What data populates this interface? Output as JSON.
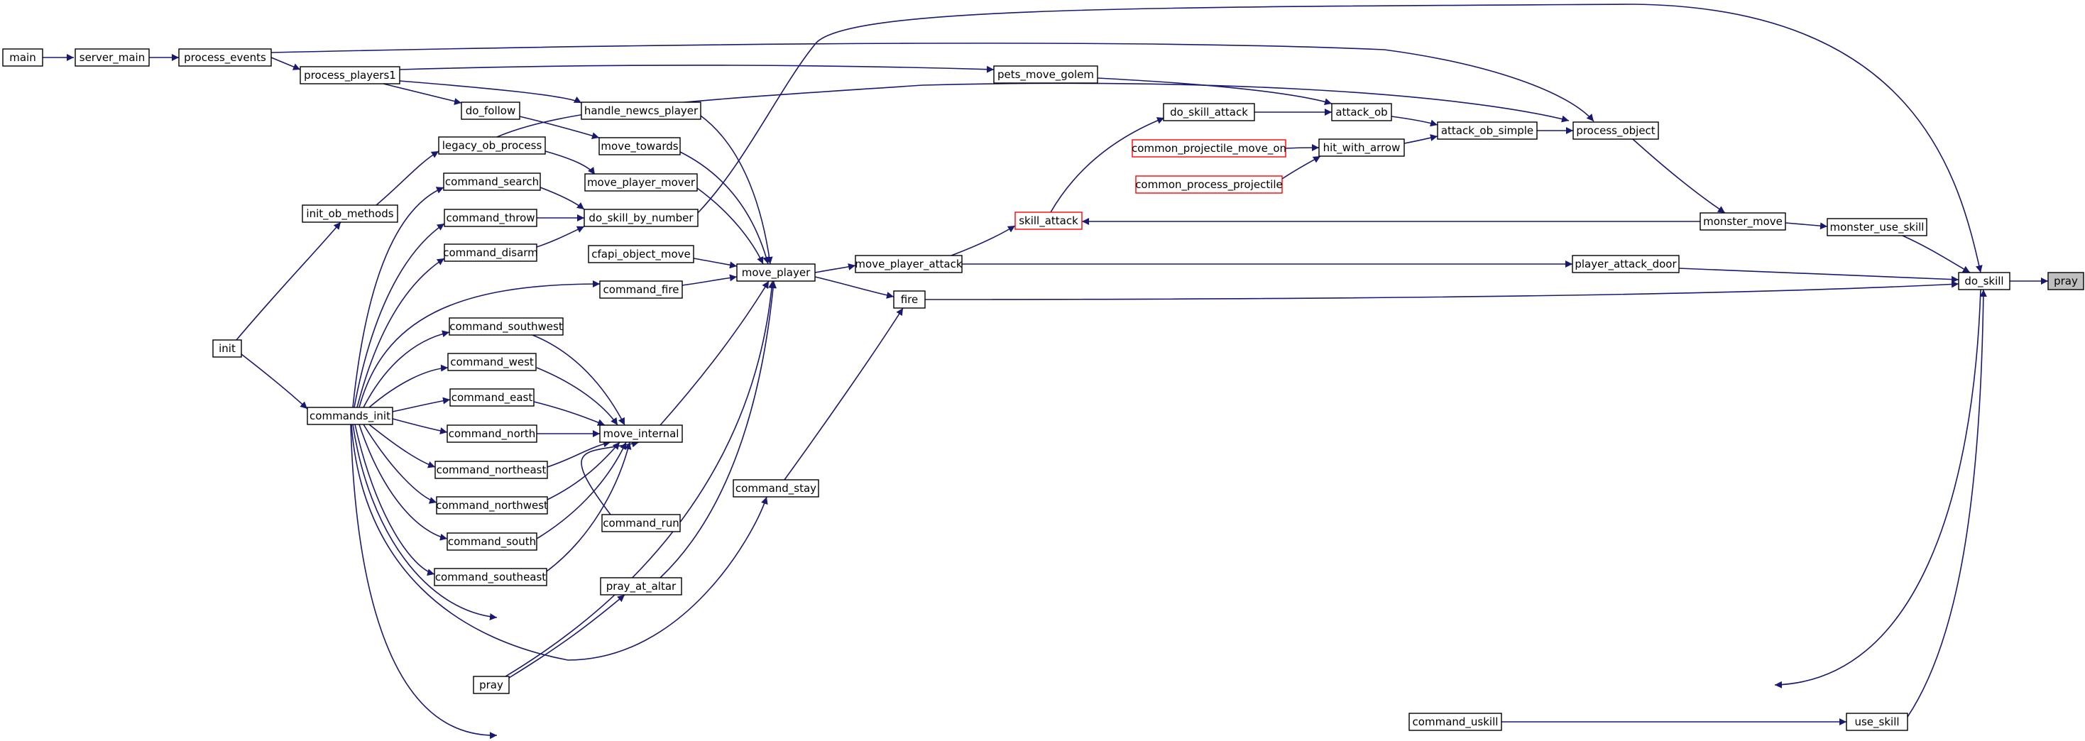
{
  "colors": {
    "edge": "#191970",
    "node_border": "#000000",
    "node_border_highlight": "#ff0000",
    "focus_fill": "#bfbfbf",
    "node_fill": "#ffffff",
    "text": "#000000"
  },
  "nodes": [
    {
      "id": "main",
      "label": "main"
    },
    {
      "id": "server_main",
      "label": "server_main"
    },
    {
      "id": "process_events",
      "label": "process_events"
    },
    {
      "id": "process_players1",
      "label": "process_players1"
    },
    {
      "id": "handle_newcs_player",
      "label": "handle_newcs_player"
    },
    {
      "id": "do_follow",
      "label": "do_follow"
    },
    {
      "id": "move_towards",
      "label": "move_towards"
    },
    {
      "id": "legacy_ob_process",
      "label": "legacy_ob_process"
    },
    {
      "id": "move_player_mover",
      "label": "move_player_mover"
    },
    {
      "id": "init_ob_methods",
      "label": "init_ob_methods"
    },
    {
      "id": "command_search",
      "label": "command_search"
    },
    {
      "id": "command_throw",
      "label": "command_throw"
    },
    {
      "id": "do_skill_by_number",
      "label": "do_skill_by_number"
    },
    {
      "id": "command_disarm",
      "label": "command_disarm"
    },
    {
      "id": "cfapi_object_move",
      "label": "cfapi_object_move"
    },
    {
      "id": "command_fire",
      "label": "command_fire"
    },
    {
      "id": "init",
      "label": "init"
    },
    {
      "id": "command_southwest",
      "label": "command_southwest"
    },
    {
      "id": "command_west",
      "label": "command_west"
    },
    {
      "id": "command_east",
      "label": "command_east"
    },
    {
      "id": "commands_init",
      "label": "commands_init"
    },
    {
      "id": "command_north",
      "label": "command_north"
    },
    {
      "id": "move_internal",
      "label": "move_internal"
    },
    {
      "id": "command_northeast",
      "label": "command_northeast"
    },
    {
      "id": "command_northwest",
      "label": "command_northwest"
    },
    {
      "id": "command_south",
      "label": "command_south"
    },
    {
      "id": "command_southeast",
      "label": "command_southeast"
    },
    {
      "id": "command_run",
      "label": "command_run"
    },
    {
      "id": "pray_at_altar",
      "label": "pray_at_altar"
    },
    {
      "id": "pray_left",
      "label": "pray"
    },
    {
      "id": "move_player",
      "label": "move_player"
    },
    {
      "id": "command_stay",
      "label": "command_stay"
    },
    {
      "id": "pets_move_golem",
      "label": "pets_move_golem"
    },
    {
      "id": "move_player_attack",
      "label": "move_player_attack"
    },
    {
      "id": "fire",
      "label": "fire"
    },
    {
      "id": "do_skill_attack",
      "label": "do_skill_attack"
    },
    {
      "id": "common_projectile_move_on",
      "label": "common_projectile_move_on",
      "highlight": true
    },
    {
      "id": "common_process_projectile",
      "label": "common_process_projectile",
      "highlight": true
    },
    {
      "id": "skill_attack",
      "label": "skill_attack",
      "highlight": true
    },
    {
      "id": "attack_ob",
      "label": "attack_ob"
    },
    {
      "id": "hit_with_arrow",
      "label": "hit_with_arrow"
    },
    {
      "id": "attack_ob_simple",
      "label": "attack_ob_simple"
    },
    {
      "id": "process_object",
      "label": "process_object"
    },
    {
      "id": "monster_move",
      "label": "monster_move"
    },
    {
      "id": "player_attack_door",
      "label": "player_attack_door"
    },
    {
      "id": "monster_use_skill",
      "label": "monster_use_skill"
    },
    {
      "id": "command_uskill",
      "label": "command_uskill"
    },
    {
      "id": "use_skill",
      "label": "use_skill"
    },
    {
      "id": "do_skill",
      "label": "do_skill"
    },
    {
      "id": "pray",
      "label": "pray",
      "focus": true
    }
  ],
  "edges": [
    [
      "main",
      "server_main"
    ],
    [
      "server_main",
      "process_events"
    ],
    [
      "process_events",
      "process_players1"
    ],
    [
      "process_events",
      "process_object"
    ],
    [
      "process_players1",
      "handle_newcs_player"
    ],
    [
      "process_players1",
      "do_follow"
    ],
    [
      "process_players1",
      "pets_move_golem"
    ],
    [
      "handle_newcs_player",
      "move_player"
    ],
    [
      "do_follow",
      "move_towards"
    ],
    [
      "move_towards",
      "move_player"
    ],
    [
      "legacy_ob_process",
      "move_player_mover"
    ],
    [
      "legacy_ob_process",
      "process_object"
    ],
    [
      "move_player_mover",
      "move_player"
    ],
    [
      "init_ob_methods",
      "legacy_ob_process"
    ],
    [
      "init",
      "init_ob_methods"
    ],
    [
      "init",
      "commands_init"
    ],
    [
      "command_search",
      "do_skill_by_number"
    ],
    [
      "command_throw",
      "do_skill_by_number"
    ],
    [
      "command_disarm",
      "do_skill_by_number"
    ],
    [
      "do_skill_by_number",
      "do_skill"
    ],
    [
      "cfapi_object_move",
      "move_player"
    ],
    [
      "command_fire",
      "move_player"
    ],
    [
      "commands_init",
      "command_search"
    ],
    [
      "commands_init",
      "command_throw"
    ],
    [
      "commands_init",
      "command_disarm"
    ],
    [
      "commands_init",
      "command_fire"
    ],
    [
      "commands_init",
      "command_southwest"
    ],
    [
      "commands_init",
      "command_west"
    ],
    [
      "commands_init",
      "command_east"
    ],
    [
      "commands_init",
      "command_north"
    ],
    [
      "commands_init",
      "command_northeast"
    ],
    [
      "commands_init",
      "command_northwest"
    ],
    [
      "commands_init",
      "command_south"
    ],
    [
      "commands_init",
      "command_southeast"
    ],
    [
      "commands_init",
      "command_run"
    ],
    [
      "commands_init",
      "command_stay"
    ],
    [
      "commands_init",
      "command_uskill"
    ],
    [
      "command_southwest",
      "move_internal"
    ],
    [
      "command_west",
      "move_internal"
    ],
    [
      "command_east",
      "move_internal"
    ],
    [
      "command_north",
      "move_internal"
    ],
    [
      "command_northeast",
      "move_internal"
    ],
    [
      "command_northwest",
      "move_internal"
    ],
    [
      "command_south",
      "move_internal"
    ],
    [
      "command_southeast",
      "move_internal"
    ],
    [
      "command_run",
      "move_internal"
    ],
    [
      "move_internal",
      "move_player"
    ],
    [
      "pray_at_altar",
      "move_player"
    ],
    [
      "pray_left",
      "pray_at_altar"
    ],
    [
      "pray_left",
      "move_player"
    ],
    [
      "do_skill",
      "pray_left"
    ],
    [
      "command_stay",
      "fire"
    ],
    [
      "move_player",
      "move_player_attack"
    ],
    [
      "move_player",
      "fire"
    ],
    [
      "pets_move_golem",
      "attack_ob"
    ],
    [
      "move_player_attack",
      "skill_attack"
    ],
    [
      "move_player_attack",
      "player_attack_door"
    ],
    [
      "fire",
      "do_skill"
    ],
    [
      "do_skill_attack",
      "attack_ob"
    ],
    [
      "skill_attack",
      "do_skill_attack"
    ],
    [
      "common_projectile_move_on",
      "hit_with_arrow"
    ],
    [
      "common_process_projectile",
      "hit_with_arrow"
    ],
    [
      "attack_ob",
      "attack_ob_simple"
    ],
    [
      "hit_with_arrow",
      "attack_ob_simple"
    ],
    [
      "attack_ob_simple",
      "process_object"
    ],
    [
      "process_object",
      "monster_move"
    ],
    [
      "monster_move",
      "skill_attack"
    ],
    [
      "monster_move",
      "monster_use_skill"
    ],
    [
      "player_attack_door",
      "do_skill"
    ],
    [
      "monster_use_skill",
      "do_skill"
    ],
    [
      "command_uskill",
      "use_skill"
    ],
    [
      "use_skill",
      "do_skill"
    ],
    [
      "do_skill",
      "pray"
    ]
  ]
}
